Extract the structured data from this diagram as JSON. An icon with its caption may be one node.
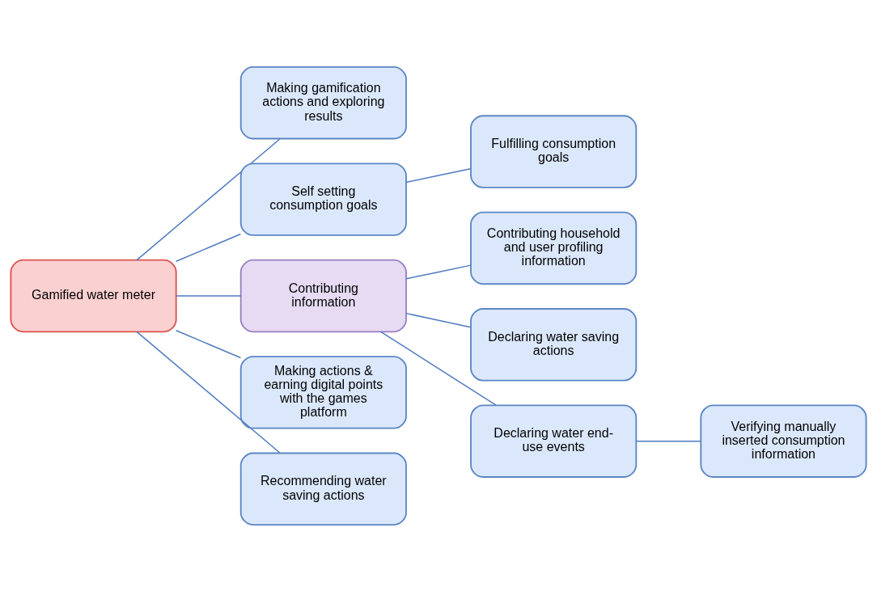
{
  "diagram": {
    "nodes": [
      {
        "text": [
          "Gamified water meter"
        ]
      },
      {
        "text": [
          "Making gamification actions and exploring results"
        ]
      },
      {
        "text": [
          "Self setting consumption goals"
        ]
      },
      {
        "text": [
          "Fulfilling consumption goals"
        ]
      },
      {
        "text": [
          "Contributing information"
        ]
      },
      {
        "text": [
          "Contributing household and user profiling information"
        ]
      },
      {
        "text": [
          "Declaring water saving actions"
        ]
      },
      {
        "text": [
          "Declaring water end-use events"
        ]
      },
      {
        "text": [
          "Verifying manually inserted consumption information"
        ]
      },
      {
        "text": [
          "Making actions & earning digital points with the games platform"
        ]
      },
      {
        "text": [
          "Recommending water saving actions"
        ]
      }
    ],
    "edges": [
      {
        "from": 0,
        "to": 1,
        "arrow": "none"
      },
      {
        "from": 0,
        "to": 2,
        "arrow": "none"
      },
      {
        "from": 2,
        "to": 3,
        "arrow": "none"
      },
      {
        "from": 0,
        "to": 4,
        "arrow": "none"
      },
      {
        "from": 4,
        "to": 5,
        "arrow": "none"
      },
      {
        "from": 4,
        "to": 6,
        "arrow": "none"
      },
      {
        "from": 4,
        "to": 7,
        "arrow": "none"
      },
      {
        "from": 7,
        "to": 8,
        "arrow": "none"
      },
      {
        "from": 0,
        "to": 9,
        "arrow": "none"
      },
      {
        "from": 0,
        "to": 10,
        "arrow": "none"
      }
    ]
  }
}
